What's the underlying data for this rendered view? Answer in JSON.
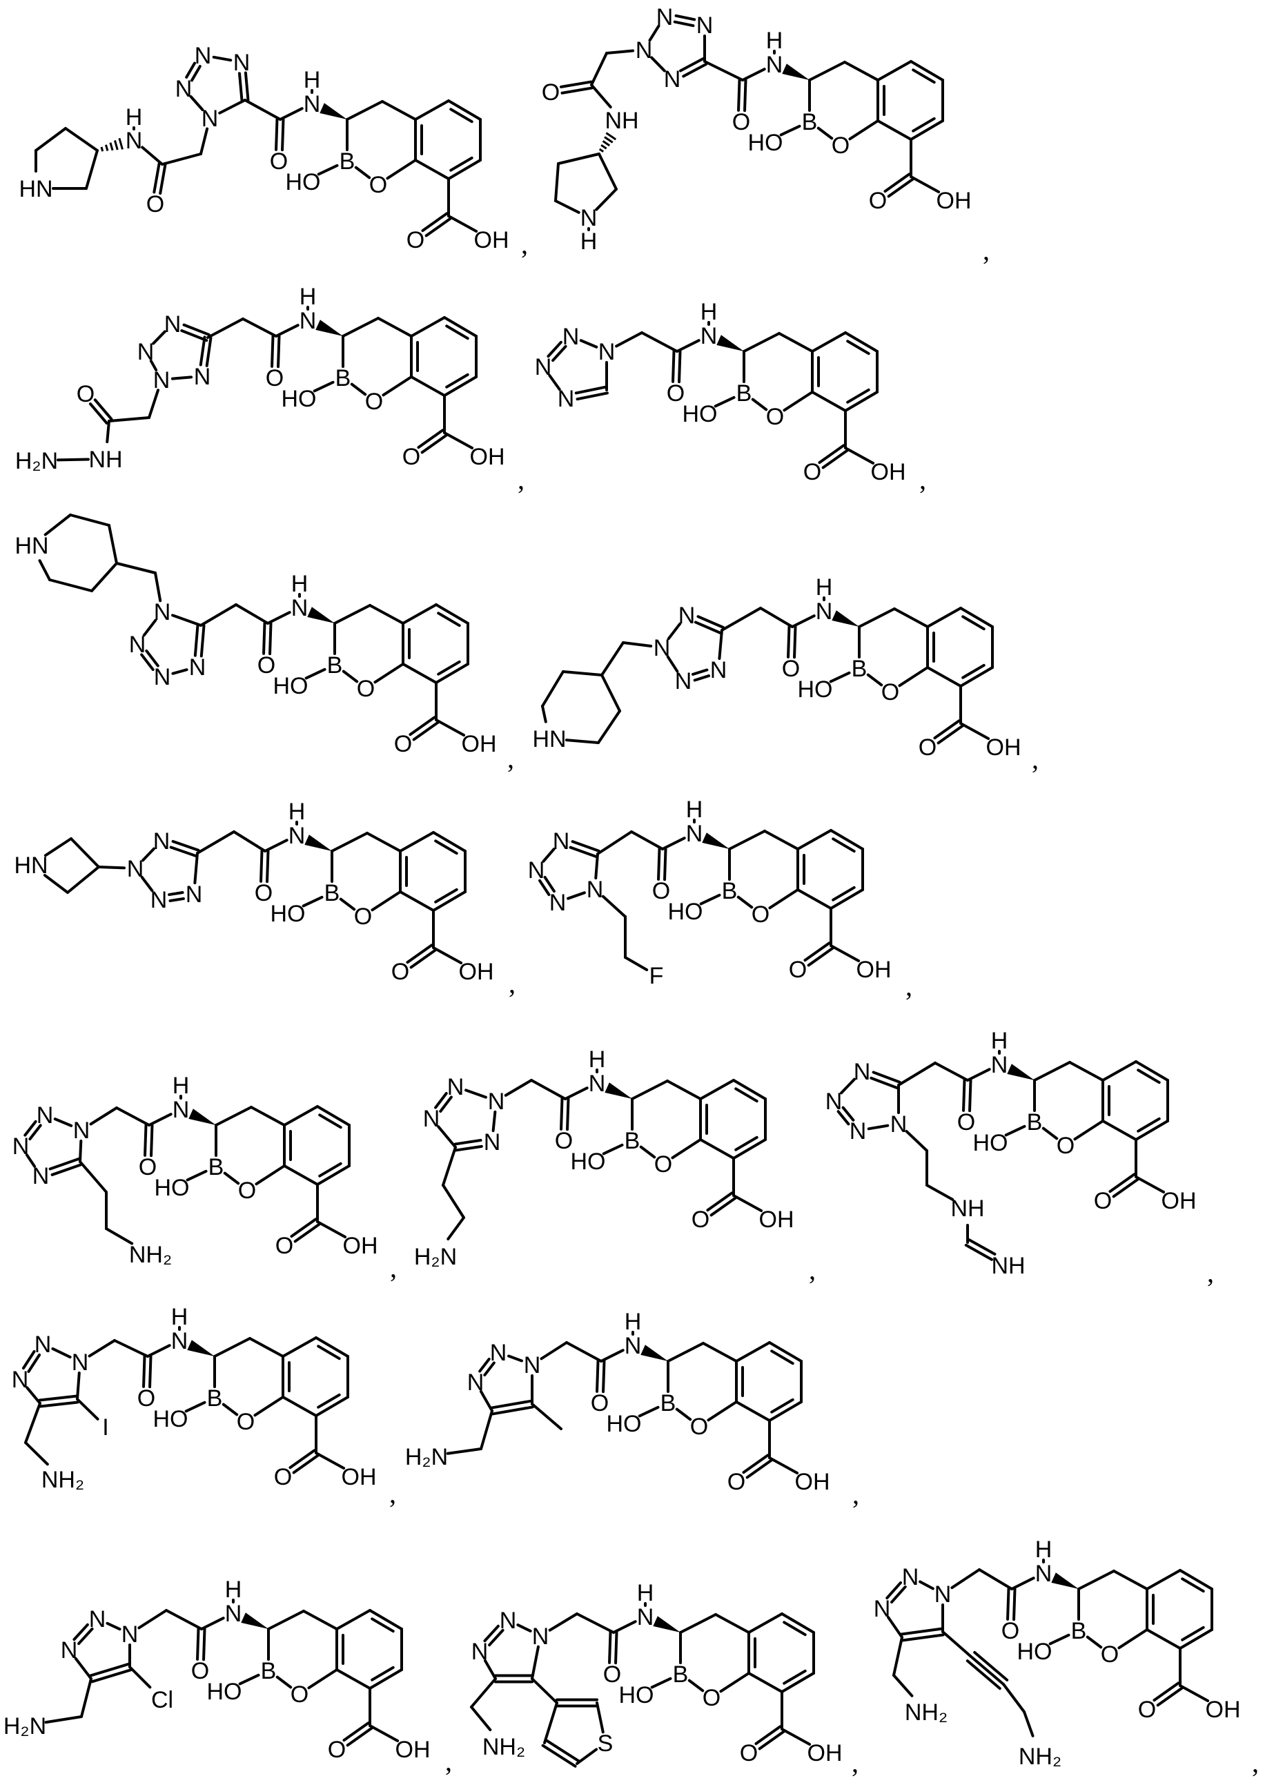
{
  "core_labels": {
    "carbonyl_o": "O",
    "amide_n": "N",
    "amide_h": "H",
    "boron": "B",
    "hydroxyl": "HO",
    "ring_o": "O",
    "acid_o": "O",
    "acid_oh": "OH"
  },
  "separator": ",",
  "colors": {
    "ink": "#000000",
    "background": "#ffffff"
  },
  "molecules": [
    {
      "labels": [
        "N",
        "N",
        "N",
        "N",
        "O",
        "N",
        "H",
        "HN"
      ]
    },
    {
      "labels": [
        "N",
        "N",
        "N",
        "N",
        "O",
        "NH",
        "N",
        "H"
      ]
    },
    {
      "labels": [
        "N",
        "N",
        "N",
        "N",
        "O",
        "NH",
        "H₂N"
      ]
    },
    {
      "labels": [
        "N",
        "N",
        "N",
        "N"
      ]
    },
    {
      "labels": [
        "N",
        "N",
        "N",
        "N",
        "HN"
      ]
    },
    {
      "labels": [
        "N",
        "N",
        "N",
        "N",
        "HN"
      ]
    },
    {
      "labels": [
        "N",
        "N",
        "N",
        "N",
        "HN"
      ]
    },
    {
      "labels": [
        "N",
        "N",
        "N",
        "N",
        "F"
      ]
    },
    {
      "labels": [
        "N",
        "N",
        "N",
        "N",
        "NH₂"
      ]
    },
    {
      "labels": [
        "N",
        "N",
        "N",
        "N",
        "H₂N"
      ]
    },
    {
      "labels": [
        "N",
        "N",
        "N",
        "N",
        "NH",
        "NH"
      ]
    },
    {
      "labels": [
        "N",
        "N",
        "N",
        "I",
        "NH₂"
      ]
    },
    {
      "labels": [
        "N",
        "N",
        "N",
        "H₂N"
      ]
    },
    {
      "labels": [
        "N",
        "N",
        "N",
        "Cl",
        "H₂N"
      ]
    },
    {
      "labels": [
        "N",
        "N",
        "N",
        "NH₂",
        "S"
      ]
    },
    {
      "labels": [
        "N",
        "N",
        "N",
        "NH₂",
        "NH₂"
      ]
    }
  ]
}
